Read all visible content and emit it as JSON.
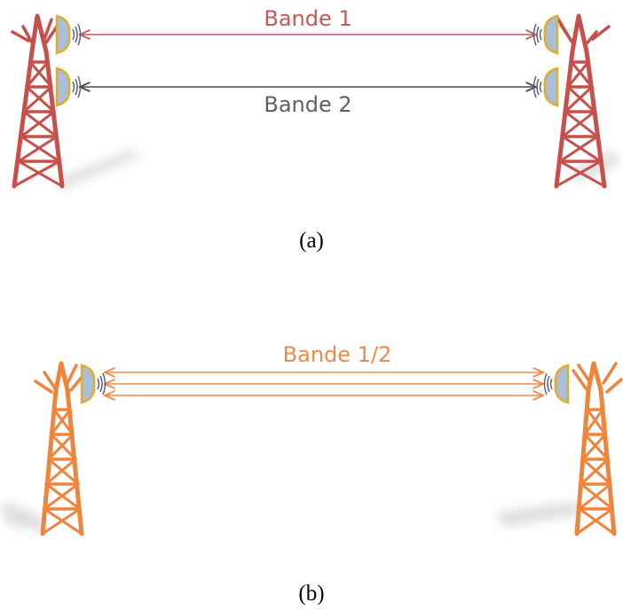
{
  "panel_a": {
    "caption": "(a)",
    "band1_label": "Bande 1",
    "band2_label": "Bande 2",
    "tower_color": "#c8504c",
    "band1_color": "#c35a5a",
    "band2_color": "#4a4a4a",
    "band2_label_color": "#606060"
  },
  "panel_b": {
    "caption": "(b)",
    "band_label": "Bande 1/2",
    "tower_color": "#ef843c",
    "band_color": "#f08a48",
    "link_count": 3
  },
  "colors": {
    "dish_fill": "#a9bfd9",
    "dish_rim": "#e0ae2c",
    "wave_color": "#5a6478",
    "shadow": "#d6d6d6"
  },
  "icons": {
    "tower": "transmission-tower-icon",
    "dish": "antenna-dish-icon",
    "waves": "radio-waves-icon"
  }
}
